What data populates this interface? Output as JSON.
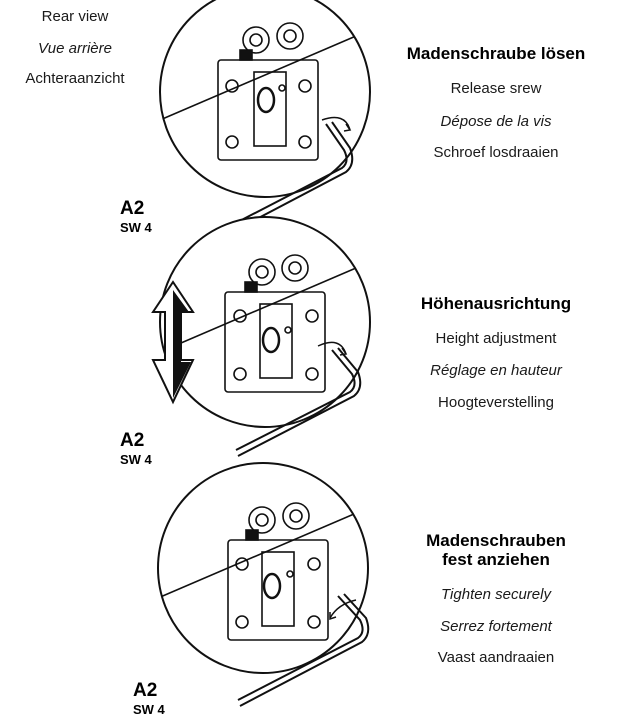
{
  "rear_view": {
    "de": "Rear view",
    "fr": "Vue arrière",
    "nl": "Achteraanzicht"
  },
  "steps": [
    {
      "title": "Madenschraube lösen",
      "en": "Release srew",
      "fr": "Dépose de la vis",
      "nl": "Schroef losdraaien",
      "code": "A2",
      "tool": "SW 4"
    },
    {
      "title": "Höhenausrichtung",
      "en": "Height adjustment",
      "fr": "Réglage en hauteur",
      "nl": "Hoogteverstelling",
      "code": "A2",
      "tool": "SW 4"
    },
    {
      "title_line1": "Madenschrauben",
      "title_line2": "fest anziehen",
      "en": "Tighten securely",
      "fr": "Serrez fortement",
      "nl": "Vaast aandraaien",
      "code": "A2",
      "tool": "SW 4"
    }
  ]
}
